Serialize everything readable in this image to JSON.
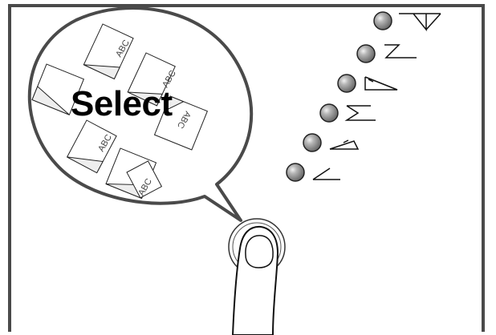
{
  "bubble": {
    "heading": "Select",
    "sheet_marks": [
      "ABC",
      "ABC",
      "ABC",
      "ABC",
      "ABC"
    ]
  },
  "options": [
    {
      "icon": "staple-top-left-icon",
      "color": "#888888"
    },
    {
      "icon": "staple-top-right-icon",
      "color": "#888888"
    },
    {
      "icon": "staple-double-top-icon",
      "color": "#888888"
    },
    {
      "icon": "staple-double-left-icon",
      "color": "#888888"
    },
    {
      "icon": "staple-right-side-icon",
      "color": "#888888"
    },
    {
      "icon": "staple-corner-icon",
      "color": "#888888"
    }
  ],
  "colors": {
    "frame": "#4a4a4a",
    "button": "#8a8a8a",
    "outline": "#222222"
  }
}
